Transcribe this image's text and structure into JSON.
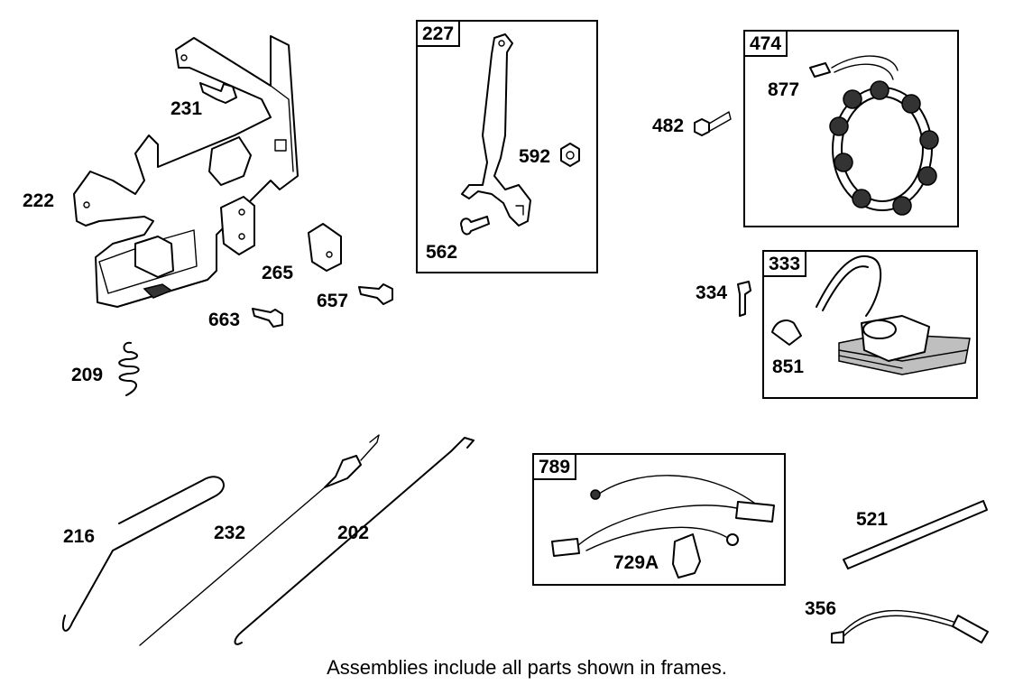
{
  "parts": {
    "p231": "231",
    "p222": "222",
    "p265": "265",
    "p657": "657",
    "p663": "663",
    "p209": "209",
    "p592": "592",
    "p562": "562",
    "p482": "482",
    "p877": "877",
    "p334": "334",
    "p851": "851",
    "p216": "216",
    "p232": "232",
    "p202": "202",
    "p729a": "729A",
    "p521": "521",
    "p356": "356"
  },
  "assemblies": {
    "a227": "227",
    "a474": "474",
    "a333": "333",
    "a789": "789"
  },
  "caption": "Assemblies include all parts shown in frames."
}
